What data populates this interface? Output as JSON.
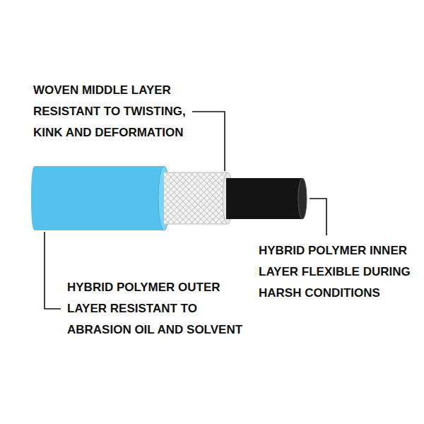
{
  "diagram": {
    "labels": [
      "WOVEN MIDDLE LAYER RESISTANT TO TWISTING, KINK AND DEFORMATION",
      "HYBRID POLYMER INNER LAYER FLEXIBLE DURING HARSH CONDITIONS",
      "HYBRID POLYMER OUTER LAYER RESISTANT TO ABRASION OIL AND SOLVENT"
    ]
  }
}
